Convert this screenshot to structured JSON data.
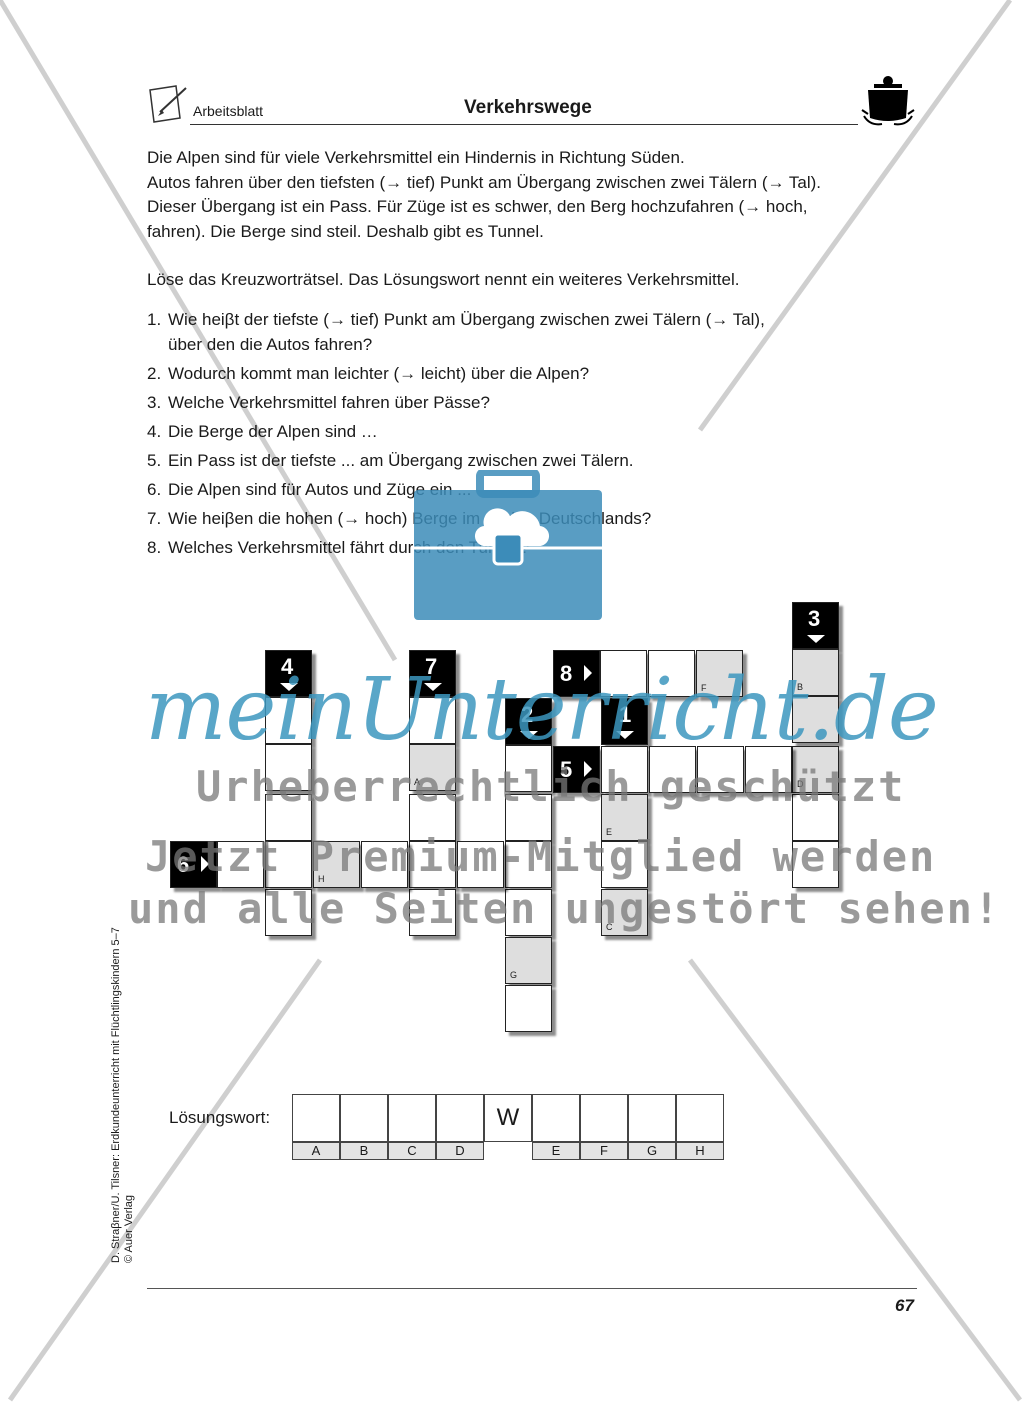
{
  "header": {
    "label": "Arbeitsblatt",
    "title": "Verkehrswege"
  },
  "intro": {
    "line1": "Die Alpen sind für viele Verkehrsmittel ein Hindernis in Richtung Süden.",
    "line2": "Autos fahren über den tiefsten (→ tief) Punkt am Übergang zwischen zwei Tälern (→ Tal).",
    "line3": "Dieser Übergang ist ein Pass. Für Züge ist es schwer, den Berg hochzufahren (→ hoch,",
    "line4": "fahren). Die Berge sind steil. Deshalb gibt es Tunnel."
  },
  "task": "Löse das Kreuzworträtsel. Das Lösungswort nennt ein weiteres Verkehrsmittel.",
  "questions": [
    {
      "num": "1.",
      "text": "Wie heiβt der tiefste (→ tief) Punkt am Übergang zwischen zwei Tälern (→ Tal),",
      "text2": "über den die Autos fahren?"
    },
    {
      "num": "2.",
      "text": "Wodurch kommt man leichter (→ leicht) über die Alpen?"
    },
    {
      "num": "3.",
      "text": "Welche Verkehrsmittel fahren über Pässe?"
    },
    {
      "num": "4.",
      "text": "Die Berge der Alpen sind …"
    },
    {
      "num": "5.",
      "text": "Ein Pass ist der tiefste ... am Übergang zwischen zwei Tälern."
    },
    {
      "num": "6.",
      "text": "Die Alpen sind für Autos und Züge ein ..."
    },
    {
      "num": "7.",
      "text": "Wie heiβen die hohen (→ hoch) Berge im Süden Deutschlands?"
    },
    {
      "num": "8.",
      "text": "Welches Verkehrsmittel fährt durch den Tunnel?"
    }
  ],
  "crossword": {
    "clue_numbers": [
      "1",
      "2",
      "3",
      "4",
      "5",
      "6",
      "7",
      "8"
    ],
    "cell_letters": [
      "A",
      "B",
      "C",
      "D",
      "E",
      "F",
      "G",
      "H"
    ]
  },
  "solution": {
    "label": "Lösungswort:",
    "fixed_letter": "W",
    "labels": [
      "A",
      "B",
      "C",
      "D",
      "E",
      "F",
      "G",
      "H"
    ]
  },
  "sidebar": {
    "line1": "D. Straβner/U. Tilsner: Erdkundeunterricht mit Flüchtlingskindern 5–7",
    "line2": "© Auer Verlag"
  },
  "page_number": "67",
  "watermark": {
    "brand": "meinUnterricht.de",
    "line1": "Urheberrechtlich geschützt",
    "line2": "Jetzt Premium-Mitglied werden",
    "line3": "und alle Seiten ungestört sehen!"
  }
}
